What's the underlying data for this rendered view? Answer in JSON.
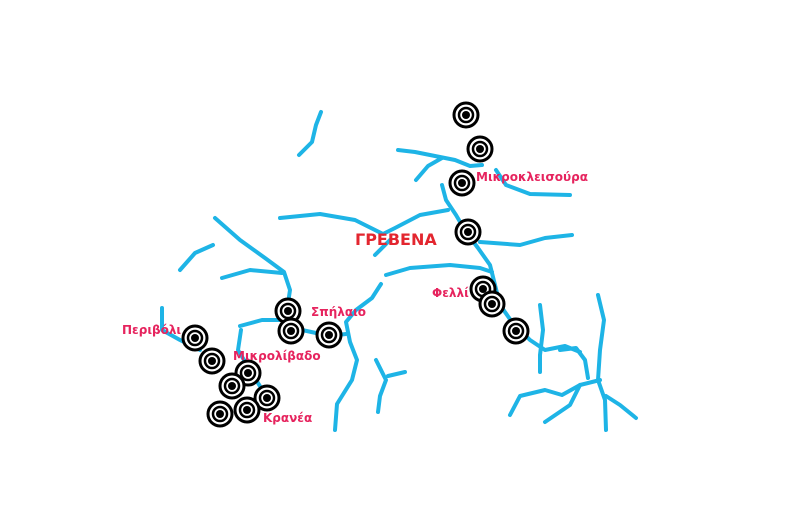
{
  "map": {
    "city_label": "ΓΡΕΒΕΝΑ",
    "places": {
      "mikrokleisoura": "Μικροκλεισούρα",
      "felli": "Φελλί",
      "spilaio": "Σπήλαιο",
      "perivoli": "Περιβόλι",
      "mikrolivado": "Μικρολίβαδο",
      "kranea": "Κρανέα"
    },
    "colors": {
      "river": "#1eb4e6",
      "place_label": "#e6245e",
      "city_label": "#e3262f",
      "marker": "#000000"
    },
    "marker_icon": "target-icon"
  }
}
